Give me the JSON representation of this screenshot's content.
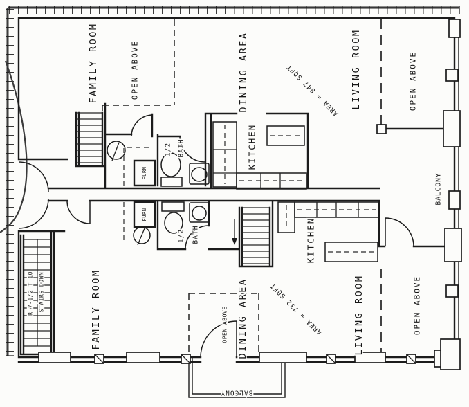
{
  "fp": {
    "upper": {
      "family_room": "FAMILY ROOM",
      "open_above_left": "OPEN ABOVE",
      "dining": "DINING AREA",
      "area": "AREA = 847 SQFT",
      "living": "LIVING ROOM",
      "open_above_right": "OPEN ABOVE",
      "kitchen": "KITCHEN",
      "bath1": "1/2",
      "bath2": "BATH",
      "furn": "FURN"
    },
    "lower": {
      "family_room": "FAMILY ROOM",
      "dining": "DINING AREA",
      "area": "AREA = 732 SQFT",
      "living": "LIVING ROOM",
      "open_above_right": "OPEN ABOVE",
      "open_above_center": "OPEN ABOVE",
      "kitchen": "KITCHEN",
      "bath1": "1/2",
      "bath2": "BATH",
      "furn": "FURN",
      "stairs1": "R 7-1/2 T 10",
      "stairs2": "STAIRS DOWN"
    },
    "balcony_right": "BALCONY",
    "balcony_bottom": "BALCONY"
  },
  "colors": {
    "ink": "#1c1c1c",
    "paper": "#fcfcfa"
  }
}
